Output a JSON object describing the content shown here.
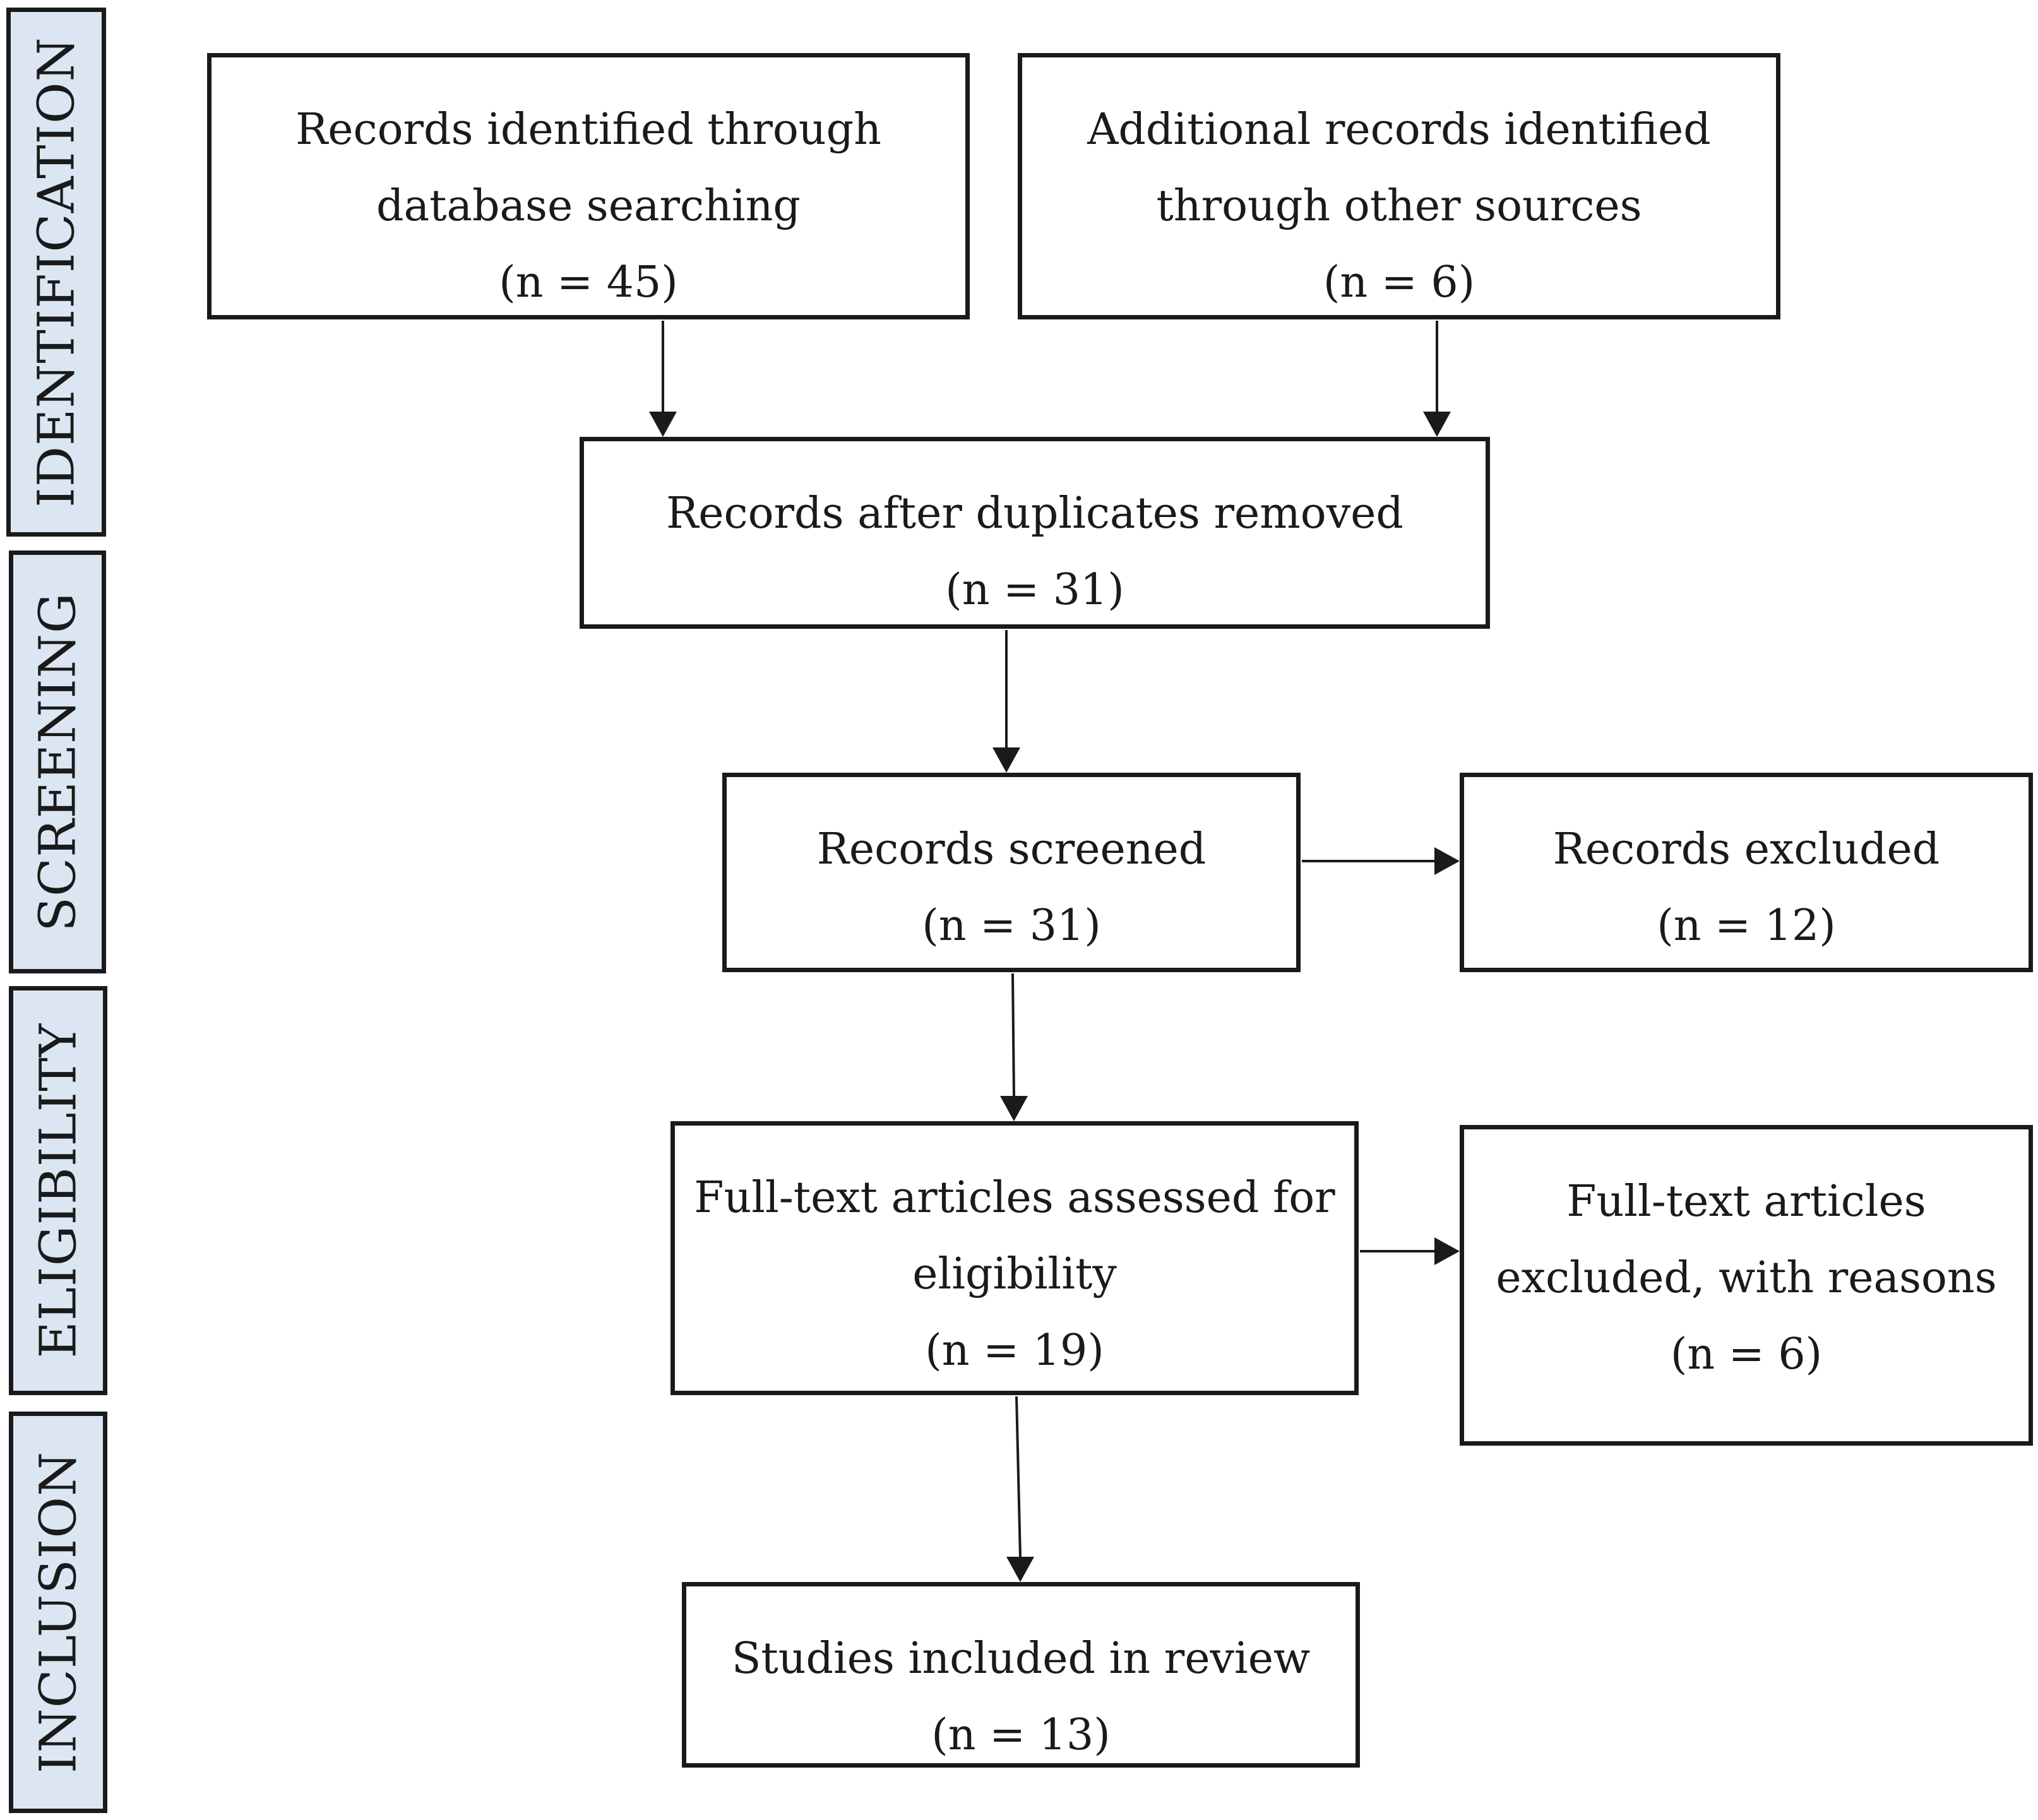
{
  "stages": [
    {
      "id": "identification",
      "label": "IDENTIFICATION"
    },
    {
      "id": "screening",
      "label": "SCREENING"
    },
    {
      "id": "eligibility",
      "label": "ELIGIBILITY"
    },
    {
      "id": "inclusion",
      "label": "INCLUSION"
    }
  ],
  "boxes": {
    "database": {
      "lines": [
        "Records identified through",
        "database searching",
        "(n = 45)"
      ],
      "n": 45
    },
    "other_sources": {
      "lines": [
        "Additional records identified",
        "through other sources",
        "(n = 6)"
      ],
      "n": 6
    },
    "duplicates_removed": {
      "lines": [
        "Records after duplicates removed",
        "(n = 31)"
      ],
      "n": 31
    },
    "screened": {
      "lines": [
        "Records screened",
        "(n = 31)"
      ],
      "n": 31
    },
    "excluded": {
      "lines": [
        "Records excluded",
        "(n = 12)"
      ],
      "n": 12
    },
    "full_text_assessed": {
      "lines": [
        "Full-text articles assessed for",
        "eligibility",
        "(n = 19)"
      ],
      "n": 19
    },
    "full_text_excluded": {
      "lines": [
        "Full-text articles",
        "excluded, with reasons",
        "(n = 6)"
      ],
      "n": 6
    },
    "included": {
      "lines": [
        "Studies included in review",
        "(n = 13)"
      ],
      "n": 13
    }
  },
  "colors": {
    "stage_fill": "#dce6f2",
    "stroke": "#1a1a1a"
  }
}
